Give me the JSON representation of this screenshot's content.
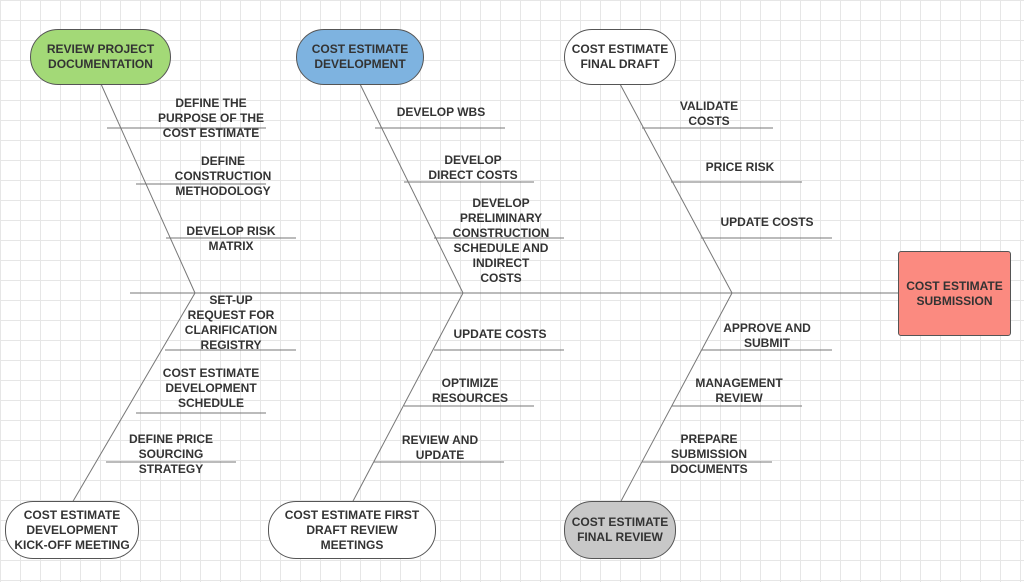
{
  "colors": {
    "green": "#a3d977",
    "blue": "#7eb3e0",
    "white": "#ffffff",
    "gray": "#c8c8c8",
    "head": "#fb8a80",
    "line": "#777777"
  },
  "head": {
    "label": "COST ESTIMATE\nSUBMISSION"
  },
  "categories": {
    "review_project_documentation": {
      "label": "REVIEW PROJECT\nDOCUMENTATION",
      "items": [
        "DEFINE THE\nPURPOSE OF THE\nCOST ESTIMATE",
        "DEFINE\nCONSTRUCTION\nMETHODOLOGY",
        "DEVELOP RISK\nMATRIX"
      ]
    },
    "cost_estimate_development": {
      "label": "COST ESTIMATE\nDEVELOPMENT",
      "items": [
        "DEVELOP WBS",
        "DEVELOP\nDIRECT COSTS",
        "DEVELOP\nPRELIMINARY\nCONSTRUCTION\nSCHEDULE AND\nINDIRECT\nCOSTS"
      ]
    },
    "cost_estimate_final_draft": {
      "label": "COST ESTIMATE\nFINAL DRAFT",
      "items": [
        "VALIDATE\nCOSTS",
        "PRICE RISK",
        "UPDATE COSTS"
      ]
    },
    "kick_off_meeting": {
      "label": "COST ESTIMATE\nDEVELOPMENT\nKICK-OFF MEETING",
      "items": [
        "SET-UP\nREQUEST FOR\nCLARIFICATION\nREGISTRY",
        "COST ESTIMATE\nDEVELOPMENT\nSCHEDULE",
        "DEFINE PRICE\nSOURCING\nSTRATEGY"
      ]
    },
    "first_draft_review": {
      "label": "COST ESTIMATE FIRST\nDRAFT REVIEW MEETINGS",
      "items": [
        "UPDATE COSTS",
        "OPTIMIZE\nRESOURCES",
        "REVIEW AND\nUPDATE"
      ]
    },
    "final_review": {
      "label": "COST ESTIMATE\nFINAL REVIEW",
      "items": [
        "APPROVE AND\nSUBMIT",
        "MANAGEMENT\nREVIEW",
        "PREPARE\nSUBMISSION\nDOCUMENTS"
      ]
    }
  }
}
